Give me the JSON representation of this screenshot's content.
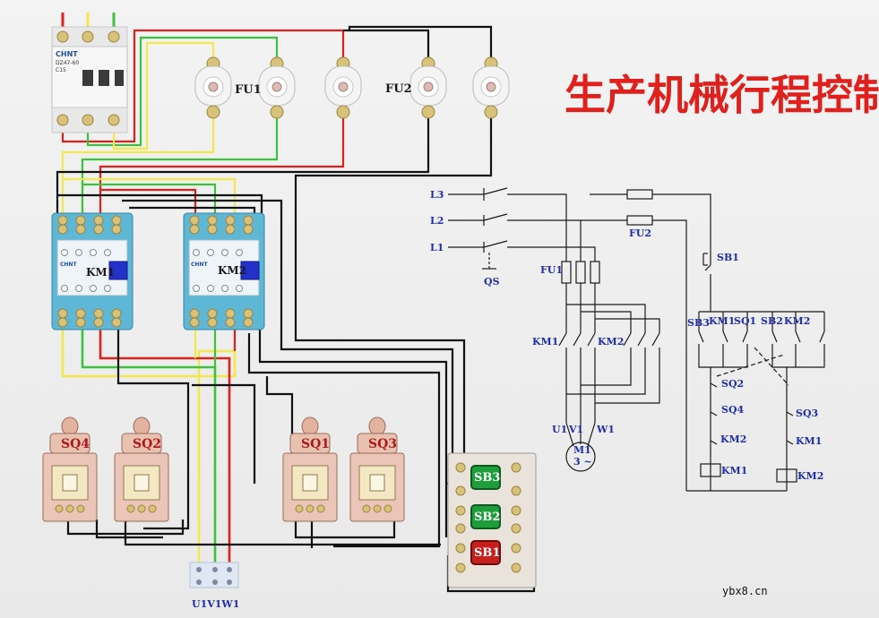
{
  "title": "生产机械行程控制电路",
  "breaker": {
    "brand": "CHNT",
    "model": "DZ47-60",
    "rating": "C15"
  },
  "fuses": {
    "fu1": "FU1",
    "fu2": "FU2"
  },
  "contactors": {
    "km1": "KM1",
    "km2": "KM2",
    "brand": "CHNT"
  },
  "limit_switches": [
    "SQ4",
    "SQ2",
    "SQ1",
    "SQ3"
  ],
  "buttons": [
    "SB3",
    "SB2",
    "SB1"
  ],
  "terminal": {
    "label": "U1V1W1"
  },
  "schematic": {
    "lines": [
      "L3",
      "L2",
      "L1"
    ],
    "qs": "QS",
    "fu1": "FU1",
    "fu2": "FU2",
    "km1": "KM1",
    "km2": "KM2",
    "u1": "U1",
    "v1": "V1",
    "w1": "W1",
    "motor_m": "M1",
    "motor_phase": "3 ~",
    "sb1": "SB1",
    "sb3": "SB3",
    "km1_aux": "KM1",
    "sq1": "SQ1",
    "sb2": "SB2",
    "km2_aux": "KM2",
    "sq2": "SQ2",
    "sq4": "SQ4",
    "km2_interlock": "KM2",
    "km1_coil": "KM1",
    "sq3": "SQ3",
    "km1_interlock": "KM1",
    "km2_coil": "KM2"
  },
  "watermark": "ybx8.cn",
  "colors": {
    "title": "#e0201c",
    "wire_red": "#e0201c",
    "wire_yellow": "#f2e84a",
    "wire_green": "#3cc33c",
    "wire_black": "#111111",
    "schematic_blue": "#1f2fa8",
    "contactor": "#5fb7d6",
    "button_green": "#1e9e3a",
    "button_red": "#c81e1e"
  }
}
